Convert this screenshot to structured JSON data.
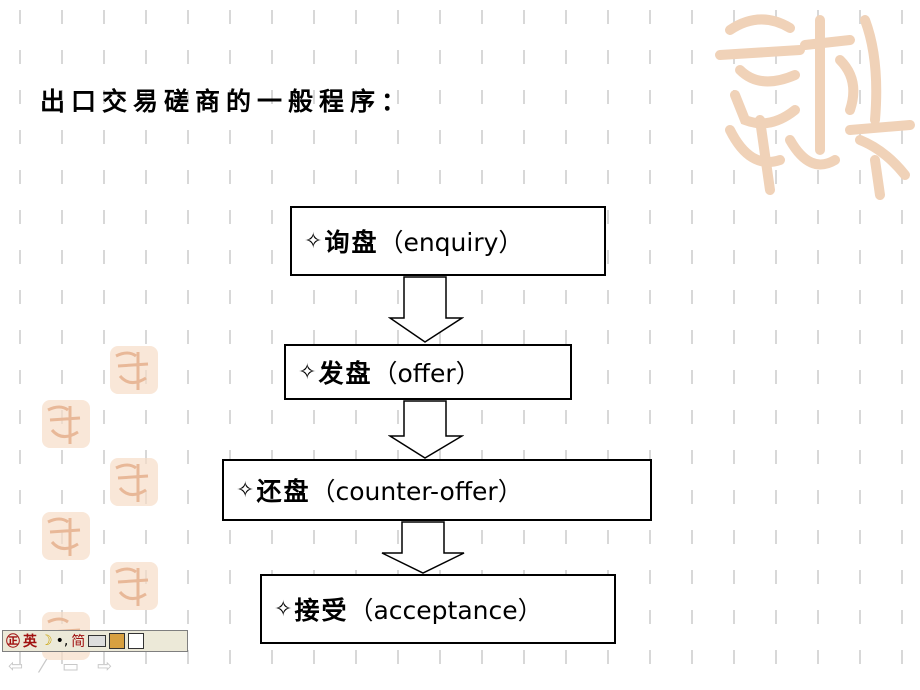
{
  "slide": {
    "title": "出口交易磋商的一般程序：",
    "steps": [
      {
        "star": "✧",
        "cn": "询盘",
        "en": "（enquiry）"
      },
      {
        "star": "✧",
        "cn": "发盘",
        "en": "（offer）"
      },
      {
        "star": "✧",
        "cn": "还盘",
        "en": "（counter-offer）"
      },
      {
        "star": "✧",
        "cn": "接受",
        "en": "（acceptance）"
      }
    ]
  },
  "ime_toolbar": {
    "mode_label": "英",
    "moon": "☽",
    "punct": "•,",
    "charset_label": "简"
  },
  "nav": {
    "prev": "⇦",
    "pen": "⁄",
    "menu": "▭",
    "next": "⇨"
  },
  "colors": {
    "decoration": "#f0d2b8",
    "rule": "#d8d8d8"
  }
}
